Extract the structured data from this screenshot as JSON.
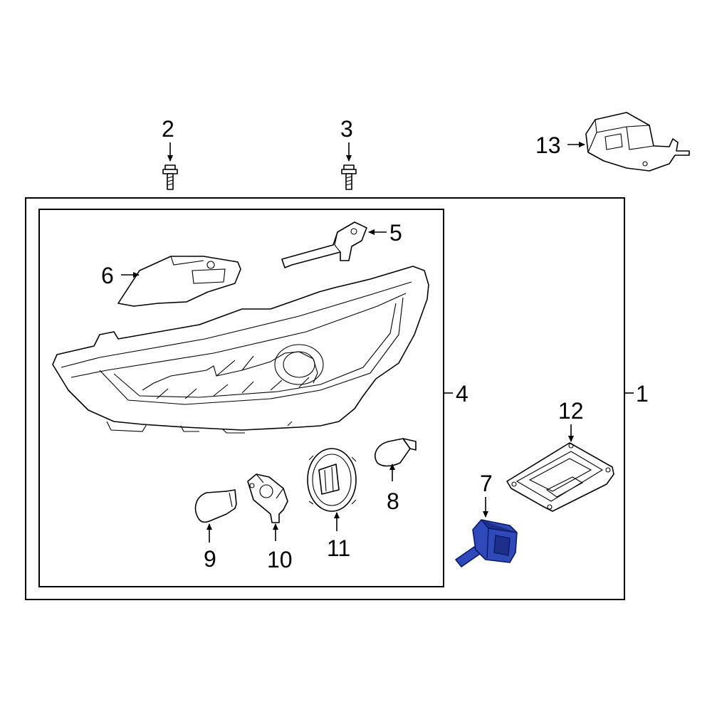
{
  "callouts": {
    "c1": "1",
    "c2": "2",
    "c3": "3",
    "c4": "4",
    "c5": "5",
    "c6": "6",
    "c7": "7",
    "c8": "8",
    "c9": "9",
    "c10": "10",
    "c11": "11",
    "c12": "12",
    "c13": "13"
  },
  "highlight_part": "7",
  "colors": {
    "highlight": "#2f49b8",
    "line": "#000000",
    "background": "#ffffff"
  }
}
